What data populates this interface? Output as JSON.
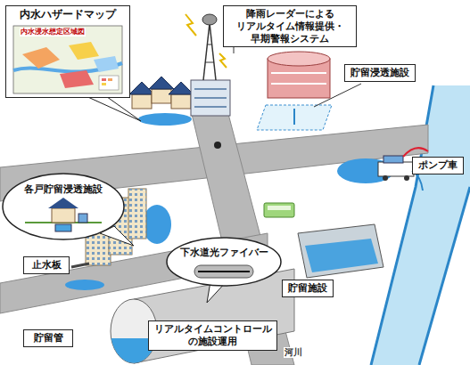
{
  "diagram": {
    "nodes": [
      {
        "text": [
          "内水ハザードマップ"
        ]
      },
      {
        "text": [
          "降雨レーダーによる リアルタイム情報提供・早期警報システム"
        ]
      },
      {
        "text": [
          "貯留浸透施設"
        ]
      },
      {
        "text": [
          "ポンプ車"
        ]
      },
      {
        "text": [
          "各戸貯留浸透施設"
        ]
      },
      {
        "text": [
          "止水板"
        ]
      },
      {
        "text": [
          "下水道光ファイバー"
        ]
      },
      {
        "text": [
          "貯留施設"
        ]
      },
      {
        "text": [
          "貯留管"
        ]
      },
      {
        "text": [
          "リアルタイムコントロール の施設運用"
        ]
      }
    ],
    "labels": [
      "内水浸水想定区域図",
      "河川"
    ]
  }
}
